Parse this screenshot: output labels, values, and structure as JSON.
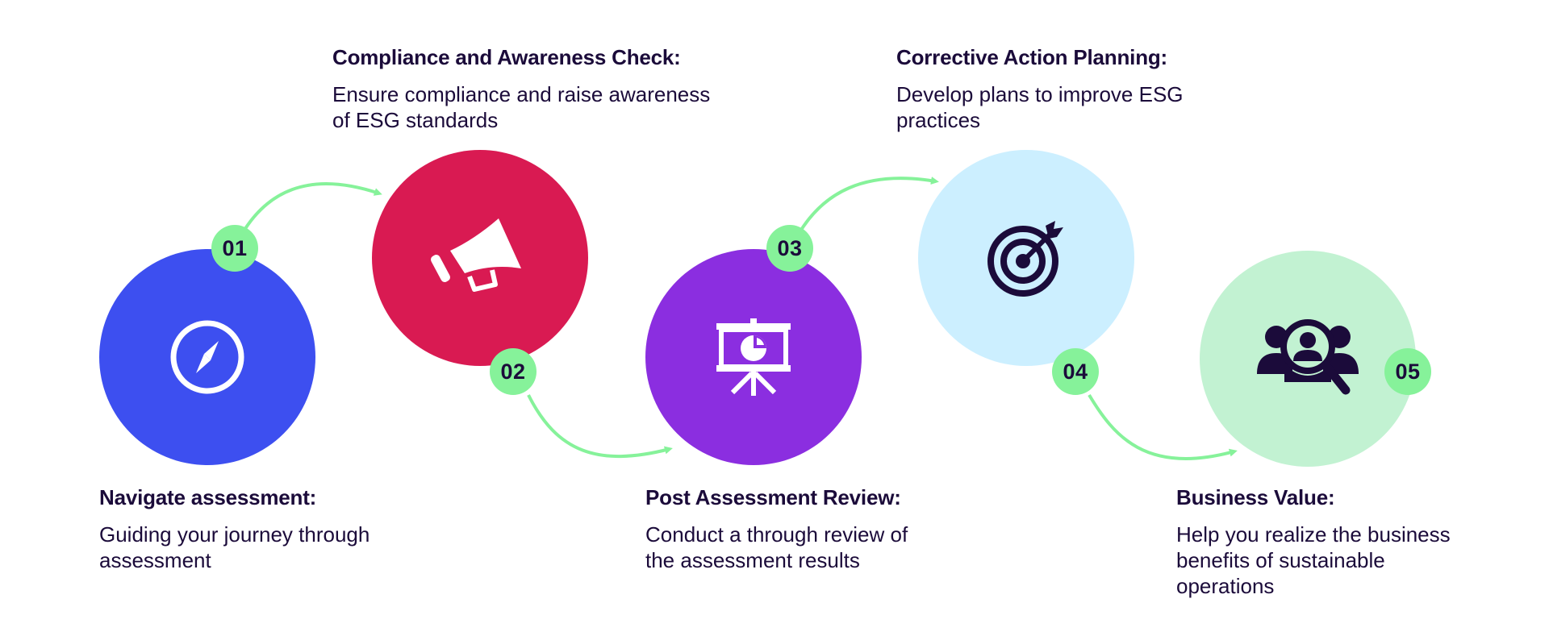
{
  "steps": [
    {
      "number": "01",
      "title": "Navigate assessment:",
      "description_lines": [
        "Guiding your journey through",
        "assessment"
      ],
      "color": "#3d4ff0",
      "icon": "compass-icon"
    },
    {
      "number": "02",
      "title": "Compliance and Awareness Check:",
      "description_lines": [
        "Ensure compliance and raise awareness",
        "of ESG standards"
      ],
      "color": "#d91a52",
      "icon": "megaphone-icon"
    },
    {
      "number": "03",
      "title": "Post Assessment Review:",
      "description_lines": [
        "Conduct a through review of",
        "the assessment results"
      ],
      "color": "#8b2ee0",
      "icon": "presentation-chart-icon"
    },
    {
      "number": "04",
      "title": "Corrective Action Planning:",
      "description_lines": [
        "Develop plans to improve ESG",
        "practices"
      ],
      "color": "#ccefff",
      "icon": "target-icon"
    },
    {
      "number": "05",
      "title": "Business Value:",
      "description_lines": [
        "Help you realize the business",
        "benefits of sustainable",
        "operations"
      ],
      "color": "#c2f2d2",
      "icon": "user-search-icon"
    }
  ],
  "accent_color": "#86f29a",
  "text_color": "#1b0b3a"
}
